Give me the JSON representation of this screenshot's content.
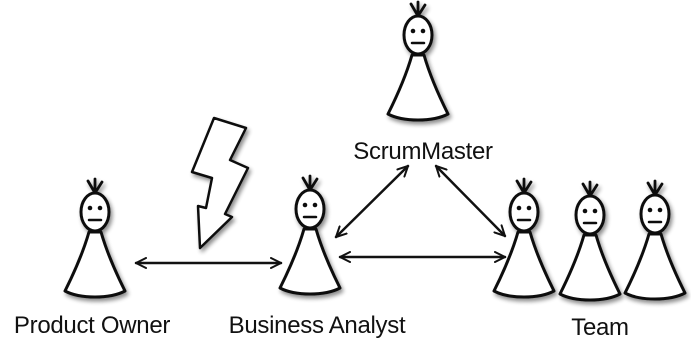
{
  "labels": {
    "product_owner": "Product Owner",
    "business_analyst": "Business Analyst",
    "scrum_master": "ScrumMaster",
    "team": "Team"
  },
  "colors": {
    "outline": "#111111",
    "fill": "#ffffff",
    "shadow": "#9a9a9a"
  },
  "icons": [
    "stick-figure-icon",
    "lightning-bolt-icon",
    "double-arrow-icon"
  ]
}
